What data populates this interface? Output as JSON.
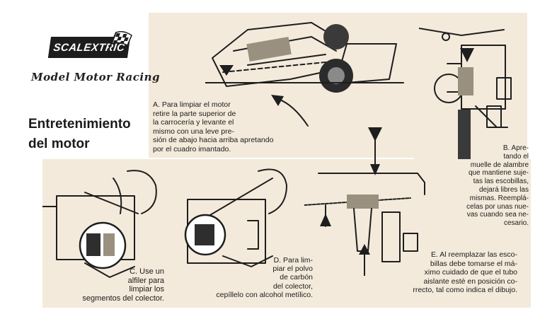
{
  "header": {
    "logo_text": "SCALEXTRIC",
    "tagline": "Model Motor Racing",
    "title": "Entretenimiento\ndel motor"
  },
  "captions": {
    "a": "A. Para limpiar el motor\nretire la parte superior de\nla carrocería y levante el\nmismo con una leve pre-\nsión de abajo hacia arriba apretando\npor el cuadro imantado.",
    "b": "B. Apre-\ntando el\nmuelle de alambre\nque mantiene suje-\ntas las escobillas,\ndejará libres las\nmismas. Reemplá-\ncelas por unas nue-\nvas cuando sea ne-\ncesario.",
    "c": "C. Use un\nalfiler para\nlimpiar los\nsegmentos del colector.",
    "d": "D. Para lim-\npiar el polvo\nde carbón\ndel colector,\ncepíllelo con alcohol metílico.",
    "e": "E. Al reemplazar las esco-\nbillas debe tomarse el má-\nximo cuidado de que el tubo\naislante esté en posición co-\nrrecto, tal como indica el dibujo."
  },
  "colors": {
    "paper": "#f3eadb",
    "ink": "#1e1e1e",
    "background": "#ffffff"
  },
  "icons": [
    "checkered-flag-icon"
  ]
}
